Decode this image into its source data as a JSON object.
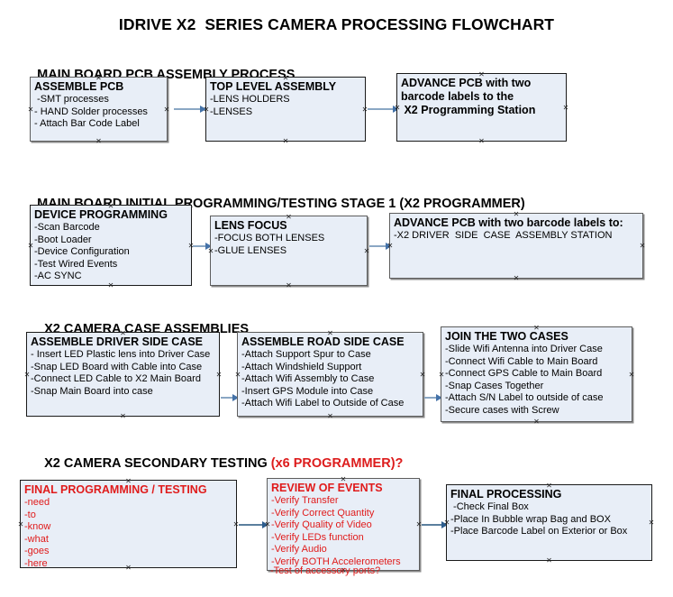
{
  "page": {
    "title": "IDRIVE X2  SERIES CAMERA PROCESSING FLOWCHART",
    "background_color": "#ffffff",
    "box_fill_color": "#e8eef7",
    "connector_color": "#8aa7c4",
    "accent_red": "#dd1c1c"
  },
  "sections": [
    {
      "id": "main-board-pcb-assembly",
      "heading": "MAIN BOARD PCB ASSEMBLY PROCESS",
      "heading_accent": ""
    },
    {
      "id": "main-board-initial-programming",
      "heading": "MAIN BOARD INITIAL PROGRAMMING/TESTING STAGE 1 (X2 PROGRAMMER)",
      "heading_accent": ""
    },
    {
      "id": "x2-camera-case-assemblies",
      "heading": "X2 CAMERA CASE ASSEMBLIES",
      "heading_accent": ""
    },
    {
      "id": "x2-camera-secondary-testing",
      "heading": "X2 CAMERA SECONDARY TESTING ",
      "heading_accent": "(x6 PROGRAMMER)?"
    }
  ],
  "nodes": [
    {
      "id": "assemble-pcb",
      "title": "ASSEMBLE PCB",
      "lines": [
        " -SMT processes",
        "- HAND Solder processes",
        "- Attach Bar Code Label"
      ]
    },
    {
      "id": "top-level-assembly",
      "title": "TOP LEVEL ASSEMBLY",
      "lines": [
        "-LENS HOLDERS",
        "-LENSES"
      ]
    },
    {
      "id": "advance-pcb-programming-station",
      "title": "ADVANCE PCB with two",
      "lines": [
        "barcode labels to the",
        " X2 Programming Station"
      ]
    },
    {
      "id": "device-programming",
      "title": "DEVICE PROGRAMMING",
      "lines": [
        "-Scan Barcode",
        "-Boot Loader",
        "-Device Configuration",
        "-Test Wired Events",
        "-AC SYNC"
      ]
    },
    {
      "id": "lens-focus",
      "title": "LENS FOCUS",
      "lines": [
        "-FOCUS BOTH LENSES",
        "-GLUE LENSES"
      ]
    },
    {
      "id": "advance-pcb-driver-side-case",
      "title": "ADVANCE PCB with two barcode labels to:",
      "lines": [
        "-X2 DRIVER  SIDE  CASE  ASSEMBLY STATION"
      ]
    },
    {
      "id": "assemble-driver-side-case",
      "title": "ASSEMBLE DRIVER SIDE CASE",
      "lines": [
        "- Insert LED Plastic lens into Driver Case",
        "-Snap LED Board with Cable into Case",
        "-Connect LED Cable to X2 Main Board",
        "-Snap Main Board into case"
      ]
    },
    {
      "id": "assemble-road-side-case",
      "title": "ASSEMBLE ROAD SIDE CASE",
      "lines": [
        "-Attach Support Spur to Case",
        "-Attach Windshield Support",
        "-Attach Wifi Assembly to Case",
        "-Insert GPS Module into Case",
        "-Attach Wifi Label to Outside of Case"
      ]
    },
    {
      "id": "join-the-two-cases",
      "title": "JOIN THE TWO CASES",
      "lines": [
        "-Slide Wifi Antenna into Driver Case",
        "-Connect Wifi Cable to Main Board",
        "-Connect GPS Cable to Main Board",
        "-Snap Cases Together",
        "-Attach S/N Label to outside of case",
        "-Secure cases with Screw"
      ]
    },
    {
      "id": "final-programming-testing",
      "title": "FINAL PROGRAMMING / TESTING",
      "lines": [
        "-need",
        "-to",
        "-know",
        "-what",
        "-goes",
        "-here"
      ]
    },
    {
      "id": "review-of-events",
      "title": "REVIEW OF EVENTS",
      "lines": [
        "-Verify Transfer",
        "-Verify Correct Quantity",
        "-Verify Quality of Video",
        "-Verify LEDs function",
        "-Verify Audio",
        "-Verify BOTH Accelerometers"
      ],
      "overflow_line": "-Test of accessory ports?"
    },
    {
      "id": "final-processing",
      "title": "FINAL PROCESSING",
      "lines": [
        " -Check Final Box",
        "-Place In Bubble wrap Bag and BOX",
        "-Place Barcode Label on Exterior or Box"
      ]
    }
  ]
}
